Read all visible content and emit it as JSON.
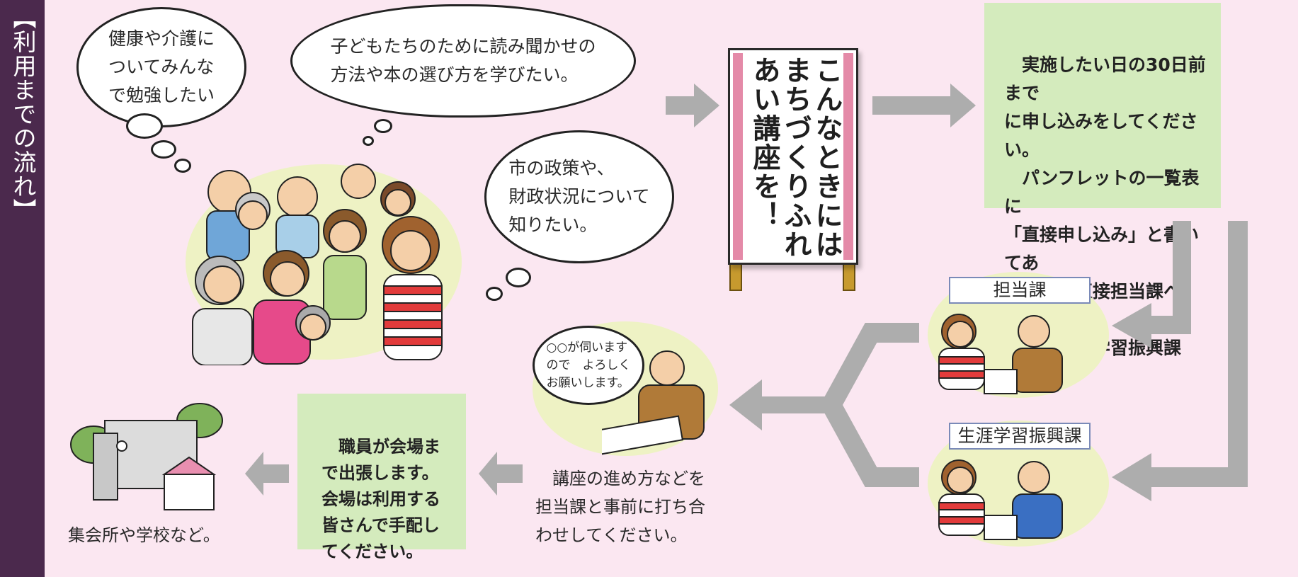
{
  "sidebar": {
    "title": "【利用までの流れ】"
  },
  "bubbles": {
    "health": "健康や介護に\nついてみんな\nで勉強したい",
    "children": "子どもたちのために読み聞かせの\n方法や本の選び方を学びたい。",
    "city": "市の政策や、\n財政状況について\n知りたい。",
    "phone": "○○が伺います\nので　よろしく\nお願いします。"
  },
  "sign": {
    "text": "こんなときには\nまちづくりふれ\nあい講座を！"
  },
  "steps": {
    "apply": "　実施したい日の30日前まで\nに申し込みをしてください。\n　パンフレットの一覧表に\n「直接申し込み」と書いてあ\nる講座は直接担当課へ。それ\n以外は生涯学習振興課へ。",
    "staff": "　職員が会場ま\nで出張します。\n会場は利用する\n皆さんで手配し\nてください。"
  },
  "labels": {
    "dept_in_charge": "担当課",
    "lifelong_learning": "生涯学習振興課"
  },
  "captions": {
    "coordinate": "　講座の進め方などを\n担当課と事前に打ち合\nわせしてください。",
    "venue": "集会所や学校など。"
  },
  "colors": {
    "sidebar": "#4b294d",
    "background": "#fbe7f1",
    "step_box": "#d4ebbd",
    "arrow": "#adadad"
  }
}
